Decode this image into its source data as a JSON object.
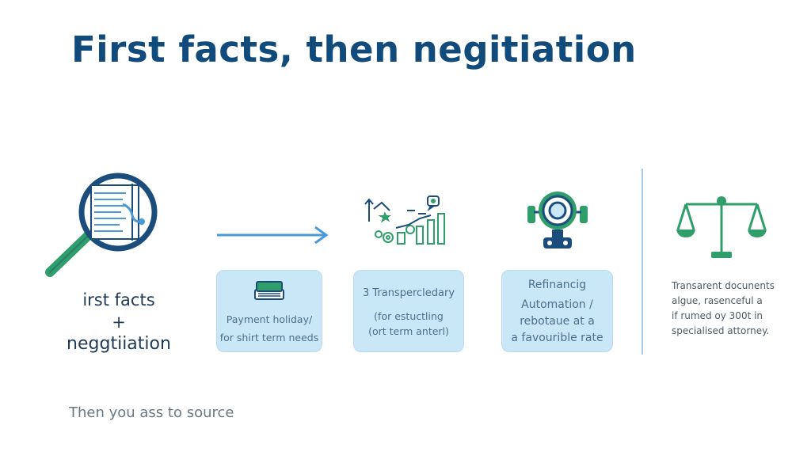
{
  "title": "First facts,  then negitiation",
  "left_block": {
    "icon": "magnifier-document-icon",
    "label_lines": [
      "irst facts",
      "+",
      "neggtiiation"
    ]
  },
  "cards": [
    {
      "icon": "book-stack-icon",
      "lines": [
        "Payment holiday/",
        "for shirt term needs"
      ]
    },
    {
      "icon": "growth-chart-icon",
      "lines": [
        "3 Transpercledary",
        "(for estuctling",
        "(ort term anterl)"
      ]
    },
    {
      "icon": "gear-robot-icon",
      "lines": [
        "Refinancig",
        "Automation /",
        "rebotaue at a",
        "a favourible rate"
      ]
    }
  ],
  "right_block": {
    "icon": "balance-scale-icon",
    "lines": [
      "Transarent docunents",
      "algue, rasenceful a",
      "if rumed oy 300t in",
      "specialised attorney."
    ]
  },
  "footer": "Then you ass to source",
  "colors": {
    "title": "#114b7c",
    "navy": "#1a4d7c",
    "green": "#2f9e6a",
    "card_bg": "#c9e7f7",
    "arrow": "#4a9ad8",
    "divider": "#a9c9e2"
  }
}
